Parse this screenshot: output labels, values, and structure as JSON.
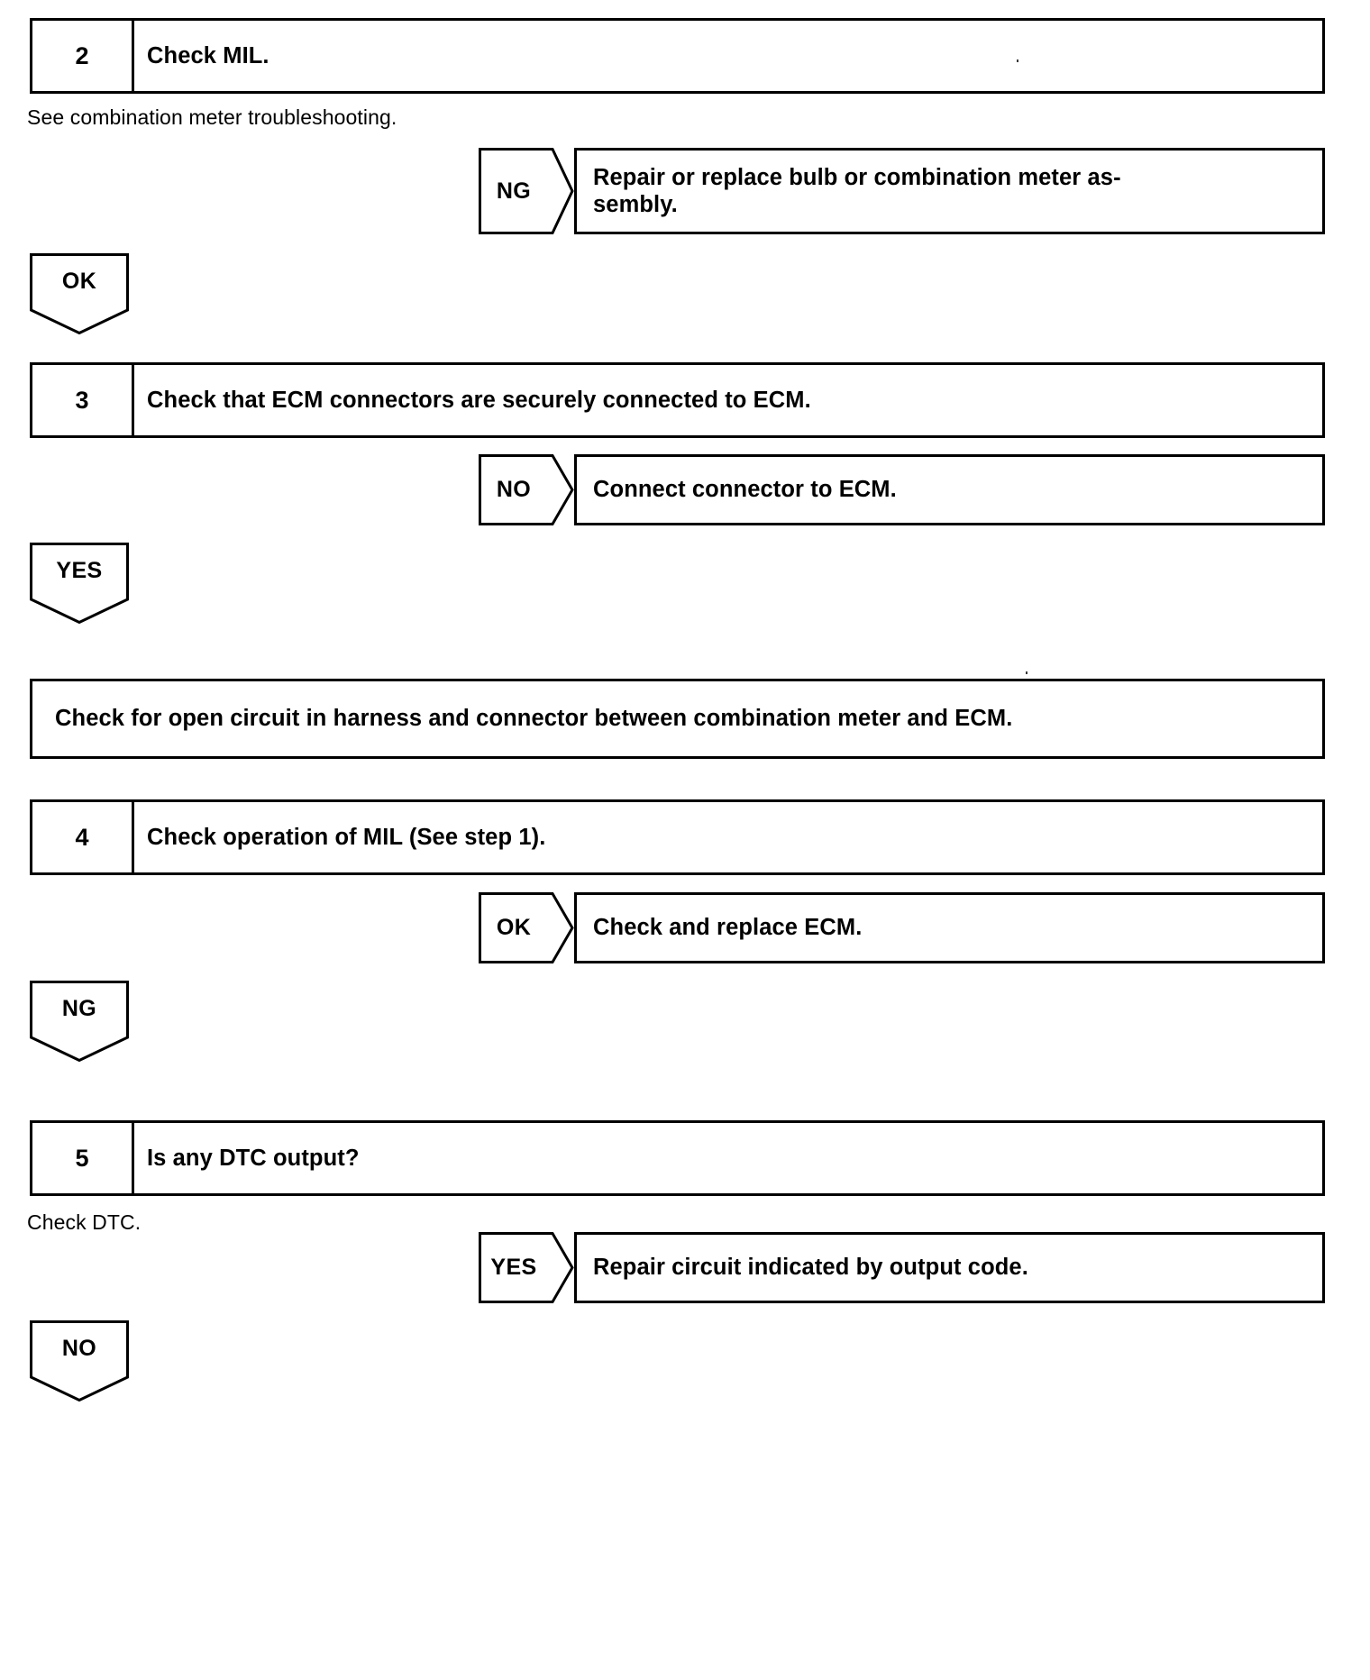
{
  "document": {
    "kind": "automotive-diagnostic-flowchart",
    "ink_color": "#000000",
    "paper_color": "#ffffff"
  },
  "steps": [
    {
      "number": "2",
      "title": "Check MIL.",
      "caption": "See combination meter troubleshooting.",
      "branch": {
        "label": "NG",
        "action": "Repair or replace bulb or combination meter as-\nsembly."
      },
      "continue": {
        "label": "OK"
      }
    },
    {
      "number": "3",
      "title": "Check that ECM connectors are securely connected to ECM.",
      "caption": "",
      "branch": {
        "label": "NO",
        "action": "Connect connector to ECM."
      },
      "continue": {
        "label": "YES"
      }
    },
    {
      "number": "4",
      "title": "Check operation of MIL (See step 1).",
      "caption": "",
      "branch": {
        "label": "OK",
        "action": "Check and replace ECM."
      },
      "continue": {
        "label": "NG"
      }
    },
    {
      "number": "5",
      "title": "Is any DTC output?",
      "caption": "Check DTC.",
      "branch": {
        "label": "YES",
        "action": "Repair circuit indicated by output code."
      },
      "continue": {
        "label": "NO"
      }
    }
  ],
  "instruction_box": {
    "text": "Check for open circuit in harness and connector between combination meter and ECM."
  }
}
